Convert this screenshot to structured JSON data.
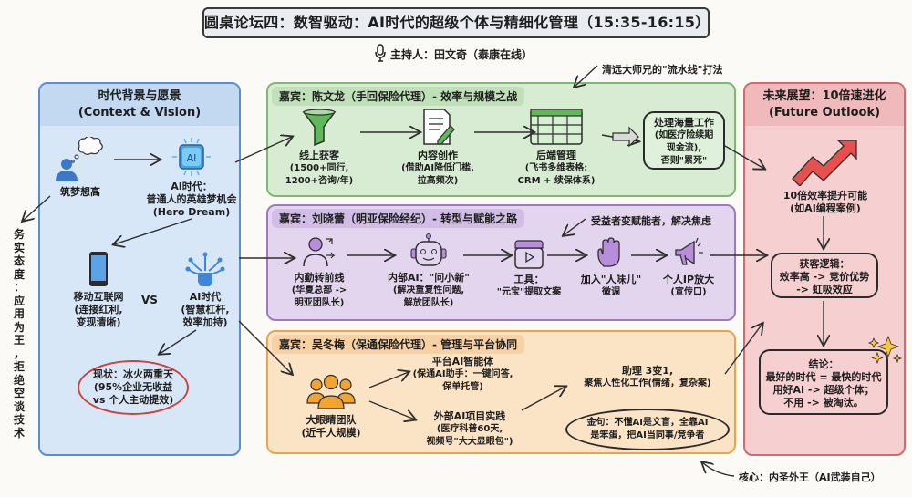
{
  "title": "圆桌论坛四：数智驱动：AI时代的超级个体与精细化管理（15:35-16:15）",
  "host": {
    "icon": "microphone-icon",
    "text": "主持人：田文奇（泰康在线）"
  },
  "side_note": "务实态度：应用为王，拒绝空谈技术",
  "core_note": "核心：内圣外王（AI武装自己）",
  "left_panel": {
    "title": "时代背景与愿景",
    "subtitle": "(Context & Vision)",
    "dreamer": {
      "icon": "person-thinking-icon",
      "label": "筑梦想高"
    },
    "ai_era": {
      "icon": "ai-chip-icon",
      "line1": "AI时代：",
      "line2": "普通人的英雄梦机会",
      "line3": "(Hero Dream)"
    },
    "mobile": {
      "icon": "smartphone-icon",
      "line1": "移动互联网",
      "line2": "(连接红利,",
      "line3": "变现清晰)"
    },
    "vs": "VS",
    "ai_lever": {
      "icon": "ai-network-icon",
      "line1": "AI时代",
      "line2": "(智慧杠杆,",
      "line3": "效率加持)"
    },
    "status": {
      "line1": "现状：冰火两重天",
      "line2": "(95%企业无收益",
      "line3": "vs 个人主动提效)"
    }
  },
  "bands": [
    {
      "header": "嘉宾：陈文龙（手回保险代理）- 效率与规模之战",
      "steps": [
        {
          "icon": "funnel-icon",
          "line1": "线上获客",
          "line2": "(1500+同行,",
          "line3": "1200+咨询/年)"
        },
        {
          "icon": "document-edit-icon",
          "line1": "内容创作",
          "line2": "(借助AI降低门槛,",
          "line3": "拉高频次)"
        },
        {
          "icon": "spreadsheet-icon",
          "line1": "后端管理",
          "line2": "(飞书多维表格:",
          "line3": "CRM + 续保体系)"
        }
      ],
      "result": {
        "line1": "处理海量工作",
        "line2": "(如医疗险续期",
        "line3": "现金流),",
        "line4": "否则\"累死\""
      },
      "note": "清远大师兄的\"流水线\"打法"
    },
    {
      "header": "嘉宾：刘晓蕾（明亚保险经纪）- 转型与赋能之路",
      "steps": [
        {
          "icon": "person-switch-icon",
          "line1": "内勤转前线",
          "line2": "(华夏总部 ->",
          "line3": "明亚团队长)"
        },
        {
          "icon": "robot-icon",
          "line1": "内部AI：\"问小新\"",
          "line2": "(解决重复性问题,",
          "line3": "解放团队长)"
        },
        {
          "icon": "video-clapper-icon",
          "line1": "工具：",
          "line2": "\"元宝\"提取文案",
          "line3": ""
        },
        {
          "icon": "hand-wave-icon",
          "line1": "加入\"人味儿\"",
          "line2": "微调",
          "line3": ""
        },
        {
          "icon": "megaphone-icon",
          "line1": "个人IP放大",
          "line2": "(宣传口)",
          "line3": ""
        }
      ],
      "note": "受益者变赋能者，解决焦虑"
    },
    {
      "header": "嘉宾：吴冬梅（保通保险代理）- 管理与平台协同",
      "team": {
        "icon": "team-icon",
        "line1": "大眼睛团队",
        "line2": "(近千人规模)"
      },
      "platform": {
        "line1": "平台AI智能体",
        "line2": "(保通AI助手：一键问答,",
        "line3": "保单托管)"
      },
      "external": {
        "line1": "外部AI项目实践",
        "line2": "(医疗科普60天,",
        "line3": "视频号\"大大显眼包\")"
      },
      "assistant": {
        "line1": "助理 3变1,",
        "line2": "聚焦人性化工作(情绪，复杂案)"
      },
      "quote": {
        "line1": "金句：不懂AI是文盲，全靠AI",
        "line2": "是笨蛋，把AI当同事/竞争者"
      }
    }
  ],
  "right_panel": {
    "title": "未来展望：10倍速进化",
    "subtitle": "(Future Outlook)",
    "growth": {
      "icon": "trend-up-arrow-icon",
      "line1": "10倍效率提升可能",
      "line2": "(如AI编程案例)"
    },
    "logic": {
      "line1": "获客逻辑：",
      "line2": "效率高 -> 竞价优势",
      "line3": "-> 虹吸效应"
    },
    "conclusion": {
      "icon": "sparkle-icon",
      "line1": "结论：",
      "line2": "最好的时代 = 最快的时代",
      "line3": "用好AI -> 超级个体；",
      "line4": "不用 -> 被淘汰。"
    }
  },
  "colors": {
    "blue": "#5b8ed0",
    "green": "#7cba74",
    "purple": "#9c7bc0",
    "orange": "#e9a54c",
    "red": "#d46a6c",
    "status_ring": "#c9453e"
  }
}
